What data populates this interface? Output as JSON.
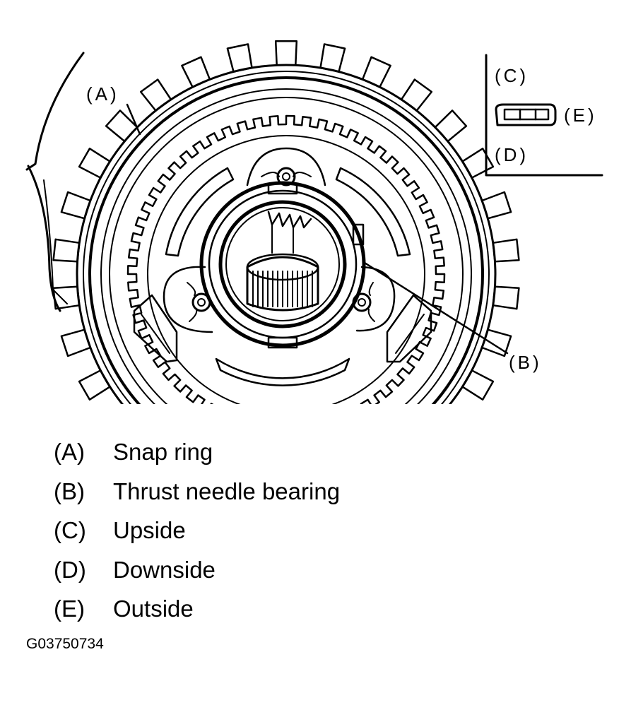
{
  "callouts": {
    "a": "(A)",
    "b": "(B)",
    "c": "(C)",
    "d": "(D)",
    "e": "(E)"
  },
  "legend": [
    {
      "key": "(A)",
      "text": "Snap ring"
    },
    {
      "key": "(B)",
      "text": "Thrust needle bearing"
    },
    {
      "key": "(C)",
      "text": "Upside"
    },
    {
      "key": "(D)",
      "text": "Downside"
    },
    {
      "key": "(E)",
      "text": "Outside"
    }
  ],
  "figure_code": "G03750734",
  "colors": {
    "ink": "#000000",
    "paper": "#ffffff"
  }
}
